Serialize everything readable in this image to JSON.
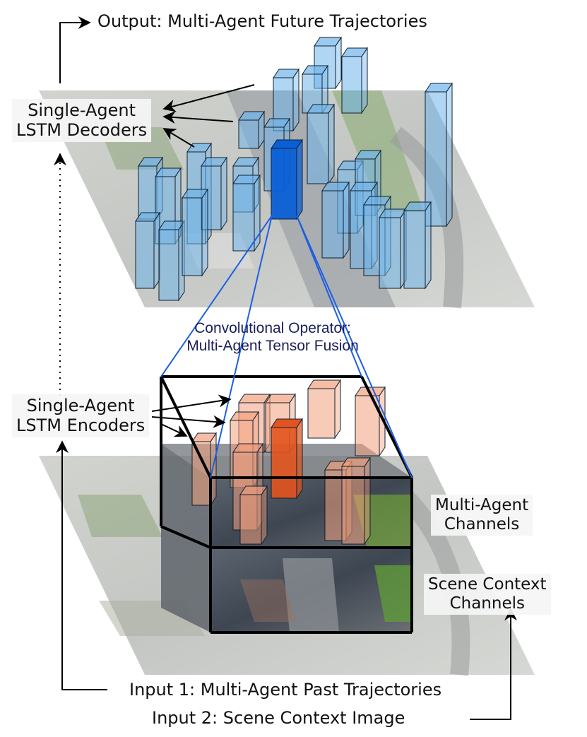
{
  "labels": {
    "output": "Output: Multi-Agent Future Trajectories",
    "decoders_line1": "Single-Agent",
    "decoders_line2": "LSTM Decoders",
    "operator_line1": "Convolutional Operator:",
    "operator_line2": "Multi-Agent Tensor Fusion",
    "encoders_line1": "Single-Agent",
    "encoders_line2": "LSTM Encoders",
    "multi_agent_line1": "Multi-Agent",
    "multi_agent_line2": "Channels",
    "scene_line1": "Scene Context",
    "scene_line2": "Channels",
    "input1": "Input 1: Multi-Agent Past Trajectories",
    "input2": "Input 2: Scene Context Image"
  },
  "colors": {
    "decoder_bar": "#6fb4ea",
    "decoder_bar_highlight": "#0a5fd6",
    "encoder_bar": "#f2a07e",
    "encoder_bar_highlight": "#e2531e",
    "connector_line": "#1e5fe0",
    "scene_road": "#8a8d94",
    "scene_grass": "#6a9a4a"
  }
}
